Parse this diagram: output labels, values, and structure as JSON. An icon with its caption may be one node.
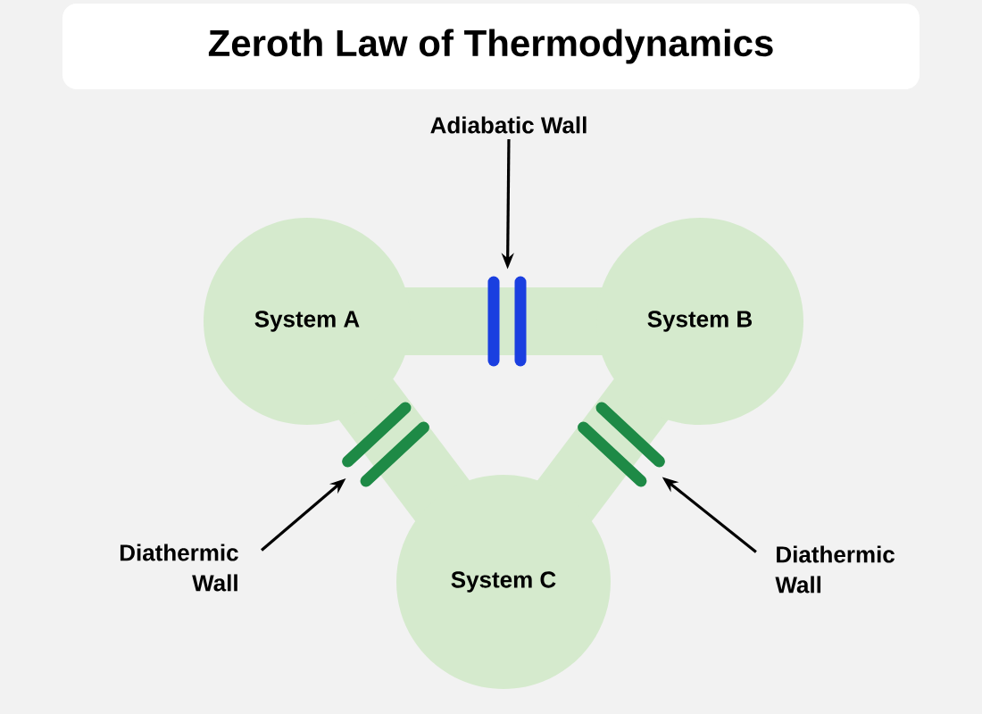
{
  "diagram": {
    "title": "Zeroth Law of Thermodynamics",
    "nodes": [
      {
        "text": [
          "System A"
        ]
      },
      {
        "text": [
          "System B"
        ]
      },
      {
        "text": [
          "System C"
        ]
      },
      {
        "text": [
          "Adiabatic Wall"
        ]
      },
      {
        "text": [],
        "shape": "bar"
      },
      {
        "text": [
          "Diathermic Wall"
        ]
      },
      {
        "text": [],
        "shape": "bar"
      },
      {
        "text": [
          "Diathermic Wall"
        ]
      },
      {
        "text": [],
        "shape": "bar"
      }
    ],
    "edges": [
      {
        "from": 3,
        "to": 4,
        "arrow": "to"
      },
      {
        "from": 5,
        "to": 6,
        "arrow": "to"
      },
      {
        "from": 7,
        "to": 8,
        "arrow": "to"
      }
    ]
  }
}
